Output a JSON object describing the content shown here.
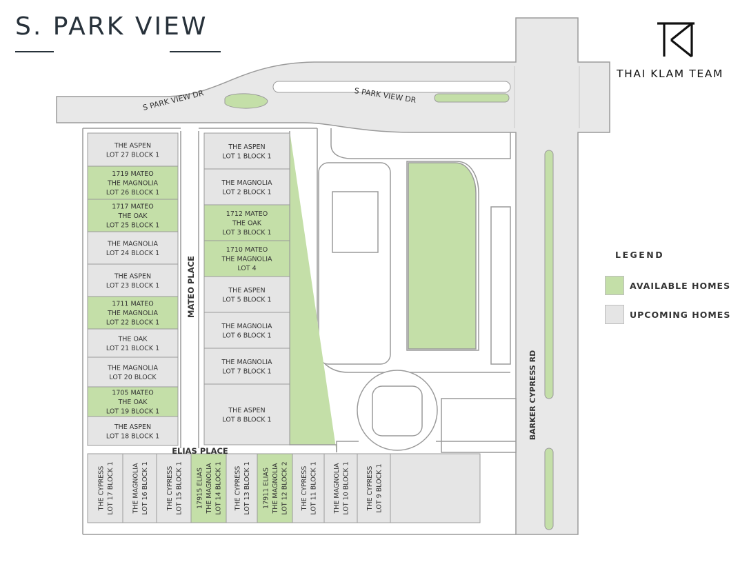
{
  "header": {
    "title": "S. PARK VIEW"
  },
  "brand": {
    "name": "THAI KLAM TEAM",
    "logo_icon": "tk-monogram-logo"
  },
  "legend": {
    "title": "LEGEND",
    "items": [
      {
        "label": "AVAILABLE HOMES",
        "color": "#c4dfa8"
      },
      {
        "label": "UPCOMING HOMES",
        "color": "#e5e5e5"
      }
    ]
  },
  "streets": {
    "park_view_west": "S PARK VIEW DR",
    "park_view_east": "S PARK VIEW DR",
    "mateo": "MATEO PLACE",
    "elias": "ELIAS PLACE",
    "barker": "BARKER CYPRESS RD"
  },
  "colors": {
    "available": "#c4dfa8",
    "upcoming": "#e5e5e5",
    "road": "#e8e8e8",
    "outline": "#9a9a9a"
  },
  "lots_west": [
    {
      "lines": [
        "THE ASPEN",
        "LOT 27 BLOCK 1"
      ],
      "status": "upcoming"
    },
    {
      "lines": [
        "1719 MATEO",
        "THE MAGNOLIA",
        "LOT 26 BLOCK 1"
      ],
      "status": "available"
    },
    {
      "lines": [
        "1717 MATEO",
        "THE OAK",
        "LOT 25 BLOCK 1"
      ],
      "status": "available"
    },
    {
      "lines": [
        "THE MAGNOLIA",
        "LOT 24 BLOCK 1"
      ],
      "status": "upcoming"
    },
    {
      "lines": [
        "THE ASPEN",
        "LOT 23 BLOCK 1"
      ],
      "status": "upcoming"
    },
    {
      "lines": [
        "1711 MATEO",
        "THE MAGNOLIA",
        "LOT 22 BLOCK 1"
      ],
      "status": "available"
    },
    {
      "lines": [
        "THE OAK",
        "LOT 21 BLOCK 1"
      ],
      "status": "upcoming"
    },
    {
      "lines": [
        "THE MAGNOLIA",
        "LOT 20 BLOCK"
      ],
      "status": "upcoming"
    },
    {
      "lines": [
        "1705 MATEO",
        "THE OAK",
        "LOT 19 BLOCK 1"
      ],
      "status": "available"
    },
    {
      "lines": [
        "THE ASPEN",
        "LOT 18 BLOCK 1"
      ],
      "status": "upcoming"
    }
  ],
  "lots_east": [
    {
      "lines": [
        "THE ASPEN",
        "LOT 1 BLOCK 1"
      ],
      "status": "upcoming"
    },
    {
      "lines": [
        "THE MAGNOLIA",
        "LOT 2 BLOCK 1"
      ],
      "status": "upcoming"
    },
    {
      "lines": [
        "1712 MATEO",
        "THE OAK",
        "LOT 3 BLOCK 1"
      ],
      "status": "available"
    },
    {
      "lines": [
        "1710 MATEO",
        "THE MAGNOLIA",
        "LOT 4"
      ],
      "status": "available"
    },
    {
      "lines": [
        "THE ASPEN",
        "LOT 5 BLOCK 1"
      ],
      "status": "upcoming"
    },
    {
      "lines": [
        "THE MAGNOLIA",
        "LOT 6 BLOCK 1"
      ],
      "status": "upcoming"
    },
    {
      "lines": [
        "THE MAGNOLIA",
        "LOT 7 BLOCK 1"
      ],
      "status": "upcoming"
    },
    {
      "lines": [
        "THE ASPEN",
        "LOT 8 BLOCK 1"
      ],
      "status": "upcoming"
    }
  ],
  "lots_south": [
    {
      "lines": [
        "THE CYPRESS",
        "LOT 17 BLOCK 1"
      ],
      "status": "upcoming"
    },
    {
      "lines": [
        "THE MAGNOLIA",
        "LOT 16 BLOCK 1"
      ],
      "status": "upcoming"
    },
    {
      "lines": [
        "THE CYPRESS",
        "LOT 15 BLOCK 1"
      ],
      "status": "upcoming"
    },
    {
      "lines": [
        "17915 ELIAS",
        "THE MAGNOLIA",
        "LOT 14 BLOCK 1"
      ],
      "status": "available"
    },
    {
      "lines": [
        "THE CYPRESS",
        "LOT 13 BLOCK 1"
      ],
      "status": "upcoming"
    },
    {
      "lines": [
        "17911 ELIAS",
        "THE MAGNOLIA",
        "LOT 12 BLOCK 2"
      ],
      "status": "available"
    },
    {
      "lines": [
        "THE CYPRESS",
        "LOT 11 BLOCK 1"
      ],
      "status": "upcoming"
    },
    {
      "lines": [
        "THE MAGNOLIA",
        "LOT 10 BLOCK 1"
      ],
      "status": "upcoming"
    },
    {
      "lines": [
        "THE CYPRESS",
        "LOT 9 BLOCK 1"
      ],
      "status": "upcoming"
    }
  ]
}
